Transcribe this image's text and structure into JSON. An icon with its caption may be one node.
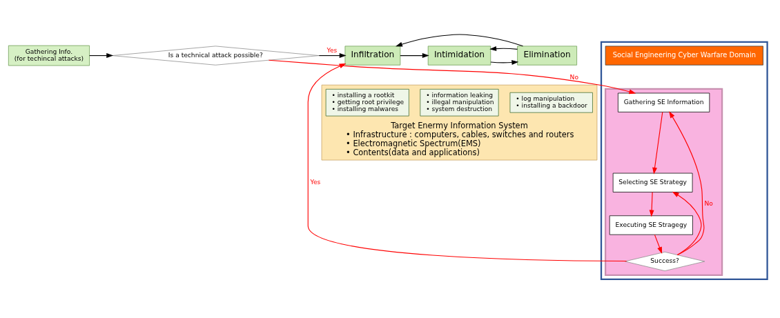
{
  "diagram": {
    "nodes": [
      {
        "text": [
          "Gathering Info.",
          "(for techincal attacks)"
        ]
      },
      {
        "text": [
          "Is a technical attack possible?"
        ]
      },
      {
        "text": [],
        "shape": "box"
      },
      {
        "text": [
          "Social Engineering Cyber Warfare Domain"
        ],
        "in": 2
      },
      {
        "text": [],
        "shape": "box",
        "in": 2
      },
      {
        "text": [
          "Gathering SE Information"
        ],
        "in": 4
      },
      {
        "text": [
          "Selecting SE Strategy"
        ],
        "in": 4
      },
      {
        "text": [
          "Executing SE Stragegy"
        ],
        "in": 4
      },
      {
        "text": [
          "Success?"
        ],
        "in": 4
      },
      {
        "text": [
          "Target Enermy Information System",
          "• Infrastructure : computers, cables, switches and routers",
          "• Electromagnetic Spectrum(EMS)",
          "• Contents(data and applications)"
        ]
      },
      {
        "text": [
          "Infiltration"
        ]
      },
      {
        "text": [
          "• installing a rootkit",
          "• getting root privilege",
          "• installing malwares"
        ],
        "in": 9
      },
      {
        "text": [
          "Intimidation"
        ]
      },
      {
        "text": [
          "• information leaking",
          "• illegal manipulation",
          "• system destruction"
        ],
        "in": 9
      },
      {
        "text": [
          "Elimination"
        ]
      },
      {
        "text": [
          "• log manipulation",
          "• installing a backdoor"
        ],
        "in": 9
      }
    ],
    "edges": [
      {
        "from": 0,
        "to": 1,
        "arrow": "to",
        "color": "#000000"
      },
      {
        "from": 1,
        "to": 10,
        "arrow": "to",
        "label": "Yes",
        "color": "#000000"
      },
      {
        "from": 1,
        "to": 5,
        "arrow": "to",
        "label": "No"
      },
      {
        "from": 5,
        "to": 6,
        "arrow": "to"
      },
      {
        "from": 6,
        "to": 7,
        "arrow": "to"
      },
      {
        "from": 7,
        "to": 8,
        "arrow": "to"
      },
      {
        "from": 8,
        "to": 5,
        "arrow": "to",
        "label": "No"
      },
      {
        "from": 8,
        "to": 6,
        "arrow": "to"
      },
      {
        "from": 8,
        "to": 10,
        "arrow": "to",
        "label": "Yes"
      },
      {
        "from": 10,
        "to": 12,
        "arrow": "to",
        "color": "#000000"
      },
      {
        "from": 12,
        "to": 14,
        "arrow": "to",
        "color": "#000000"
      },
      {
        "from": 14,
        "to": 10,
        "arrow": "to",
        "color": "#000000"
      },
      {
        "from": 14,
        "to": 12,
        "arrow": "to",
        "color": "#000000"
      }
    ]
  }
}
